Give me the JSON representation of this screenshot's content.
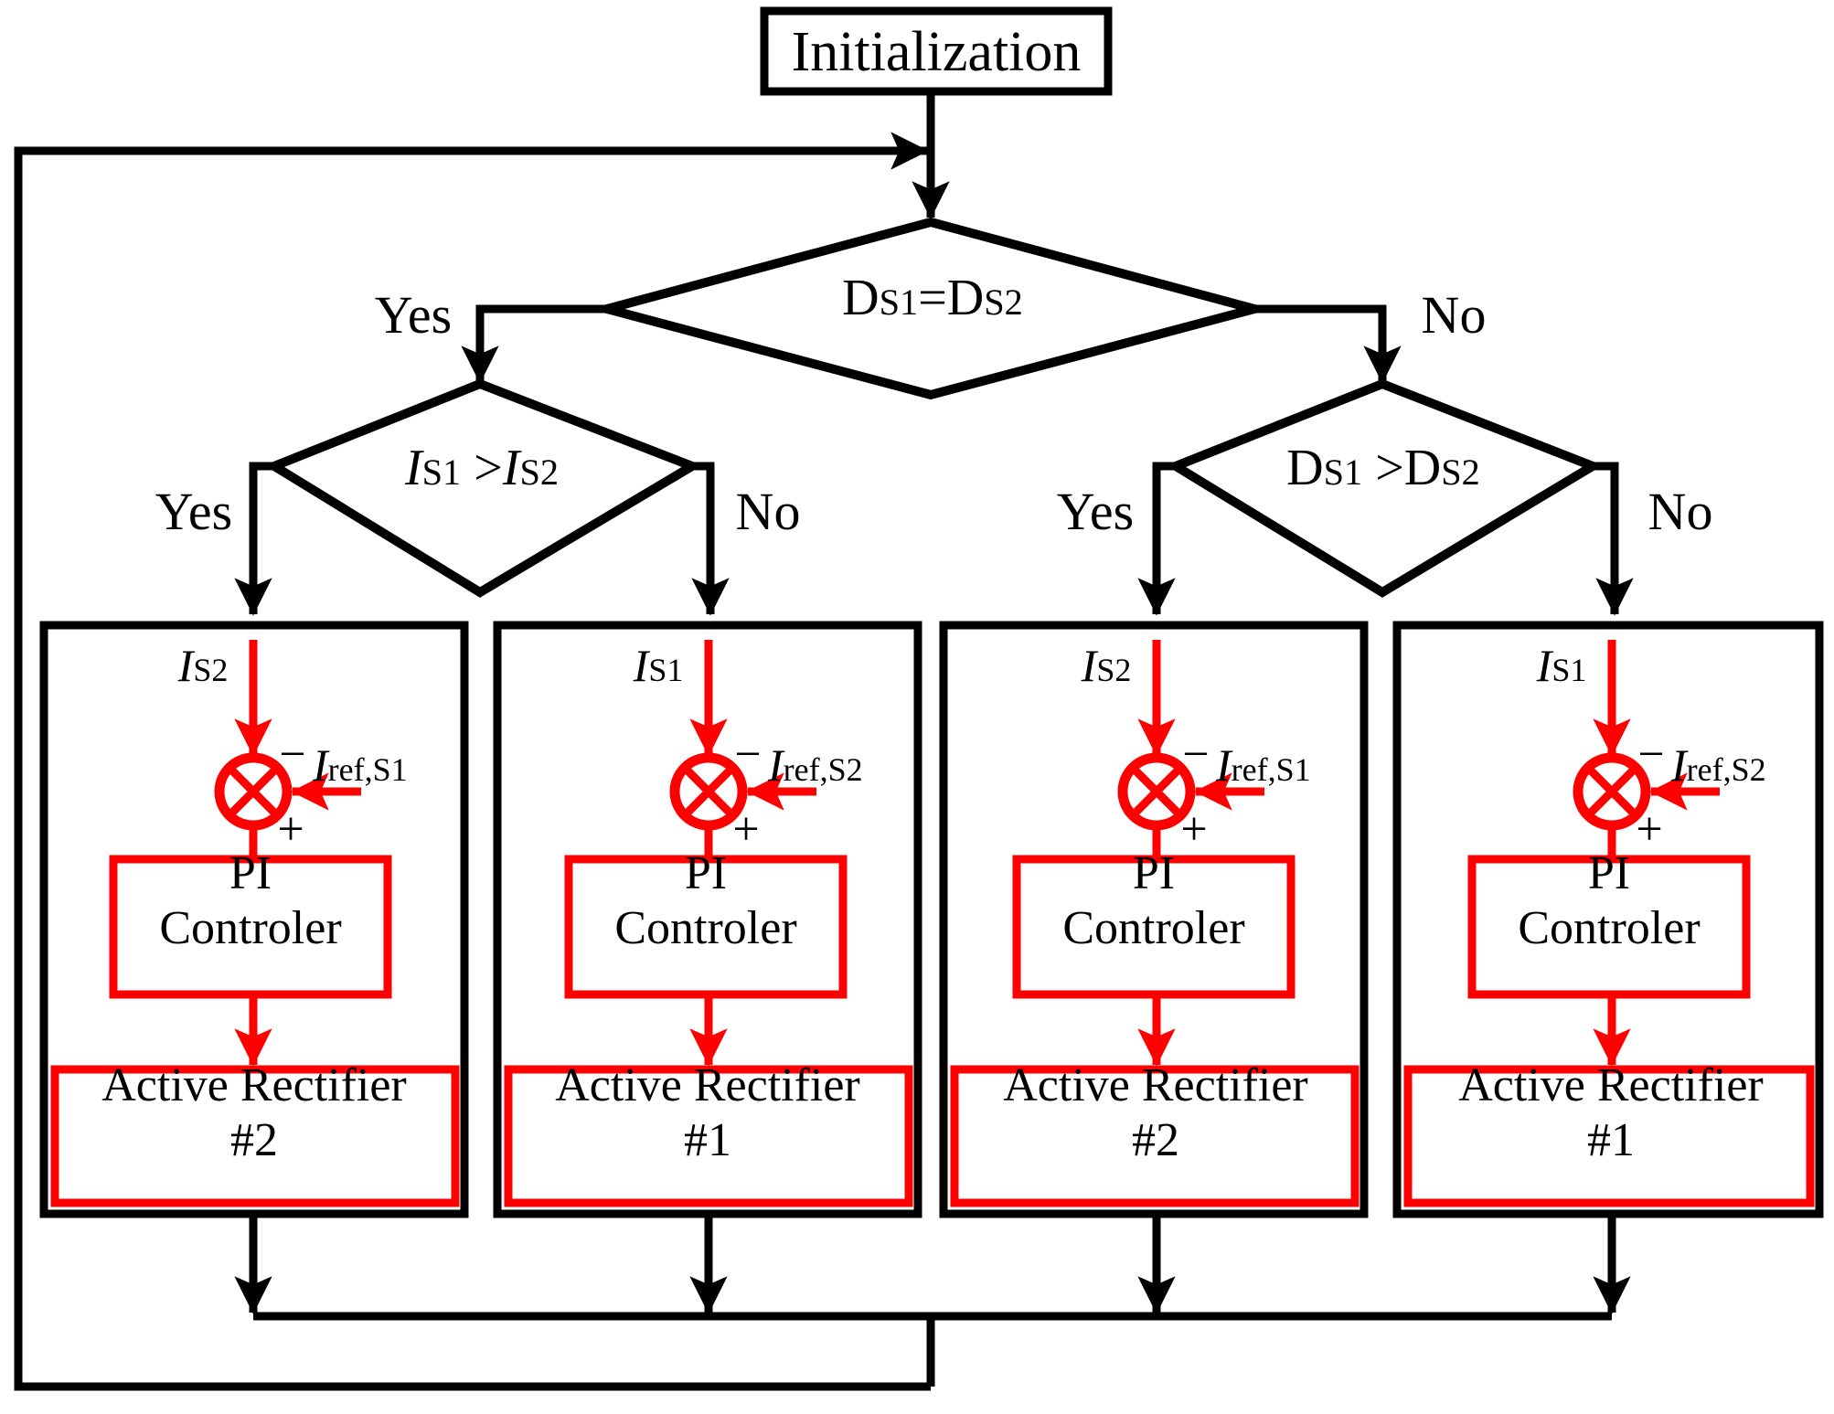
{
  "diagram": {
    "title": "Initialization",
    "type": "flowchart",
    "colors": {
      "line": "#000000",
      "accent": "#ff0000",
      "background": "#ffffff"
    },
    "start_node": {
      "label": "Initialization",
      "shape": "process"
    },
    "decisions": [
      {
        "id": "d1",
        "label_main": "D",
        "label_sub1": "S1",
        "label_op": "=",
        "label_main2": "D",
        "label_sub2": "S2",
        "text": "DS1=DS2",
        "yes_label": "Yes",
        "no_label": "No"
      },
      {
        "id": "d2",
        "label_main": "I",
        "label_sub1": "S1",
        "label_op": " >",
        "label_main2": "I",
        "label_sub2": "S2",
        "text": "IS1 >IS2",
        "yes_label": "Yes",
        "no_label": "No",
        "italic": true
      },
      {
        "id": "d3",
        "label_main": "D",
        "label_sub1": "S1",
        "label_op": " >",
        "label_main2": "D",
        "label_sub2": "S2",
        "text": "DS1 >DS2",
        "yes_label": "Yes",
        "no_label": "No"
      }
    ],
    "blocks": [
      {
        "id": "b1",
        "feedback_var": "I",
        "feedback_sub": "S2",
        "ref_var": "I",
        "ref_sub": "ref,S1",
        "minus_sign": "−",
        "plus_sign": "+",
        "controller_line1": "PI",
        "controller_line2": "Controler",
        "plant_line1": "Active Rectifier",
        "plant_line2": "#2"
      },
      {
        "id": "b2",
        "feedback_var": "I",
        "feedback_sub": "S1",
        "ref_var": "I",
        "ref_sub": "ref,S2",
        "minus_sign": "−",
        "plus_sign": "+",
        "controller_line1": "PI",
        "controller_line2": "Controler",
        "plant_line1": "Active Rectifier",
        "plant_line2": "#1"
      },
      {
        "id": "b3",
        "feedback_var": "I",
        "feedback_sub": "S2",
        "ref_var": "I",
        "ref_sub": "ref,S1",
        "minus_sign": "−",
        "plus_sign": "+",
        "controller_line1": "PI",
        "controller_line2": "Controler",
        "plant_line1": "Active Rectifier",
        "plant_line2": "#2"
      },
      {
        "id": "b4",
        "feedback_var": "I",
        "feedback_sub": "S1",
        "ref_var": "I",
        "ref_sub": "ref,S2",
        "minus_sign": "−",
        "plus_sign": "+",
        "controller_line1": "PI",
        "controller_line2": "Controler",
        "plant_line1": "Active Rectifier",
        "plant_line2": "#1"
      }
    ]
  }
}
